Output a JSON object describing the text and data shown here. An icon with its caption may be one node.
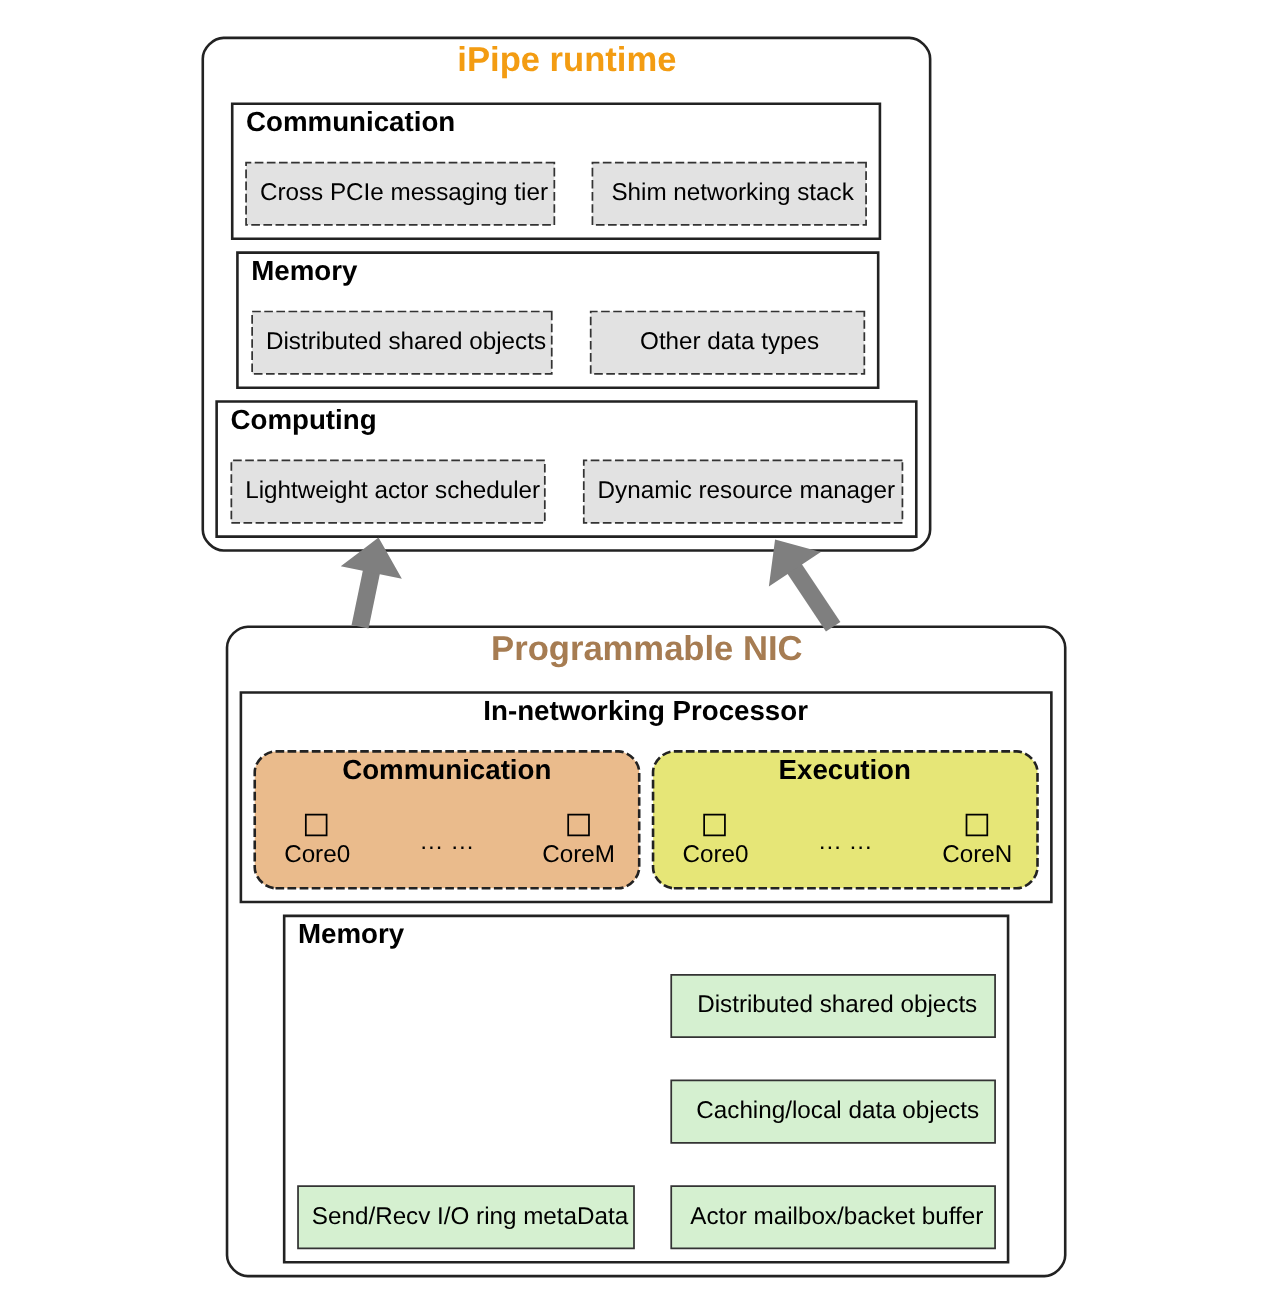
{
  "diagram": {
    "nodes": [
      {
        "text": [
          "iPipe runtime"
        ]
      },
      {
        "text": [
          "Communication"
        ],
        "in": 0
      },
      {
        "text": [
          "Cross PCIe messaging tier"
        ],
        "in": 1
      },
      {
        "text": [
          "Shim networking stack"
        ],
        "in": 1
      },
      {
        "text": [
          "Memory"
        ],
        "in": 0
      },
      {
        "text": [
          "Distributed shared objects"
        ],
        "in": 4
      },
      {
        "text": [
          "Other data types"
        ],
        "in": 4
      },
      {
        "text": [
          "Computing"
        ],
        "in": 0
      },
      {
        "text": [
          "Lightweight actor scheduler"
        ],
        "in": 7
      },
      {
        "text": [
          "Dynamic resource manager"
        ],
        "in": 7
      },
      {
        "text": [
          "Programmable NIC"
        ]
      },
      {
        "text": [
          "In-networking Processor"
        ],
        "in": 10
      },
      {
        "text": [
          "Communication"
        ],
        "in": 11
      },
      {
        "text": [],
        "shape": "box",
        "beside": [
          "Core0"
        ],
        "in": 12
      },
      {
        "text": [],
        "shape": "box",
        "beside": [
          "CoreM"
        ],
        "in": 12
      },
      {
        "text": [
          "Execution"
        ],
        "in": 11
      },
      {
        "text": [],
        "shape": "box",
        "beside": [
          "Core0"
        ],
        "in": 15
      },
      {
        "text": [],
        "shape": "box",
        "beside": [
          "CoreN"
        ],
        "in": 15
      },
      {
        "text": [
          "Memory"
        ],
        "in": 10
      },
      {
        "text": [
          "Send/Recv I/O ring metaData"
        ],
        "in": 18
      },
      {
        "text": [
          "Distributed shared objects"
        ],
        "in": 18
      },
      {
        "text": [
          "Caching/local data objects"
        ],
        "in": 18
      },
      {
        "text": [
          "Actor mailbox/backet buffer"
        ],
        "in": 18
      }
    ],
    "edges": [
      {
        "from": 10,
        "to": 0,
        "arrow": "to"
      },
      {
        "from": 10,
        "to": 0,
        "arrow": "to"
      }
    ],
    "labels": [
      "… …",
      "… …"
    ]
  }
}
